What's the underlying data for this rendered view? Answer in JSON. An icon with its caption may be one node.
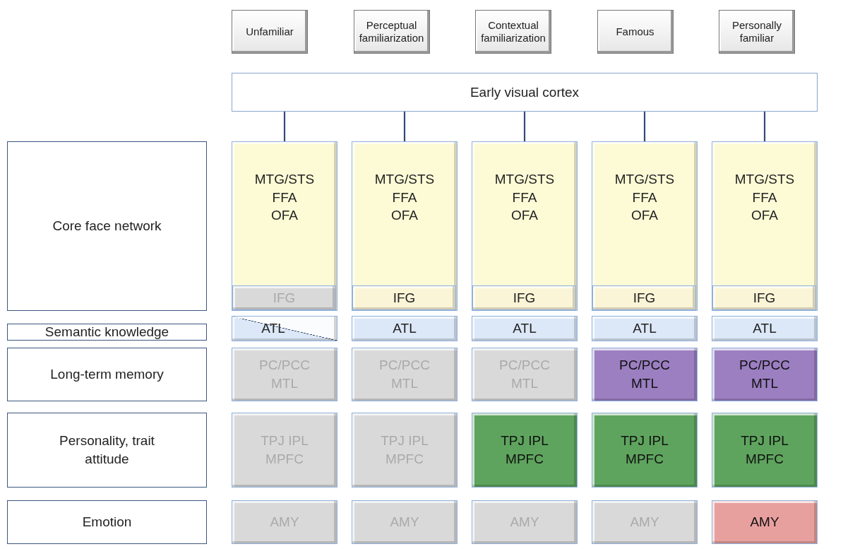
{
  "diagram": {
    "nodes": [
      {
        "text": [
          "Unfamiliar"
        ]
      },
      {
        "text": [
          "Perceptual familiarization"
        ]
      },
      {
        "text": [
          "Contextual familiarization"
        ]
      },
      {
        "text": [
          "Famous"
        ]
      },
      {
        "text": [
          "Personally familiar"
        ]
      },
      {
        "text": [
          "Early visual cortex"
        ]
      },
      {
        "text": [
          "Core face network"
        ]
      },
      {
        "text": [
          "Semantic knowledge"
        ]
      },
      {
        "text": [
          "Long-term memory"
        ]
      },
      {
        "text": [
          "Personality, trait attitude"
        ]
      },
      {
        "text": [
          "Emotion"
        ]
      },
      {
        "text": [
          "MTG/STS",
          "FFA",
          "OFA"
        ]
      },
      {
        "text": [
          "IFG"
        ],
        "in": 11
      },
      {
        "text": [
          "ATL"
        ]
      },
      {
        "text": [
          "PC/PCC MTL"
        ]
      },
      {
        "text": [
          "TPJ IPL MPFC"
        ]
      },
      {
        "text": [
          "AMY"
        ]
      },
      {
        "text": [
          "MTG/STS",
          "FFA",
          "OFA"
        ]
      },
      {
        "text": [
          "IFG"
        ],
        "in": 17
      },
      {
        "text": [
          "ATL"
        ]
      },
      {
        "text": [
          "PC/PCC MTL"
        ]
      },
      {
        "text": [
          "TPJ IPL MPFC"
        ]
      },
      {
        "text": [
          "AMY"
        ]
      },
      {
        "text": [
          "MTG/STS",
          "FFA",
          "OFA"
        ]
      },
      {
        "text": [
          "IFG"
        ],
        "in": 23
      },
      {
        "text": [
          "ATL"
        ]
      },
      {
        "text": [
          "PC/PCC MTL"
        ]
      },
      {
        "text": [
          "TPJ IPL MPFC"
        ]
      },
      {
        "text": [
          "AMY"
        ]
      },
      {
        "text": [
          "MTG/STS",
          "FFA",
          "OFA"
        ]
      },
      {
        "text": [
          "IFG"
        ],
        "in": 29
      },
      {
        "text": [
          "ATL"
        ]
      },
      {
        "text": [
          "PC/PCC MTL"
        ]
      },
      {
        "text": [
          "TPJ IPL MPFC"
        ]
      },
      {
        "text": [
          "AMY"
        ]
      },
      {
        "text": [
          "MTG/STS",
          "FFA",
          "OFA"
        ]
      },
      {
        "text": [
          "IFG"
        ],
        "in": 35
      },
      {
        "text": [
          "ATL"
        ]
      },
      {
        "text": [
          "PC/PCC MTL"
        ]
      },
      {
        "text": [
          "TPJ IPL MPFC"
        ]
      },
      {
        "text": [
          "AMY"
        ]
      }
    ],
    "edges": [
      {
        "from": 5,
        "to": 11,
        "arrow": "none"
      },
      {
        "from": 5,
        "to": 17,
        "arrow": "none"
      },
      {
        "from": 5,
        "to": 23,
        "arrow": "none"
      },
      {
        "from": 5,
        "to": 29,
        "arrow": "none"
      },
      {
        "from": 5,
        "to": 35,
        "arrow": "none"
      }
    ]
  }
}
